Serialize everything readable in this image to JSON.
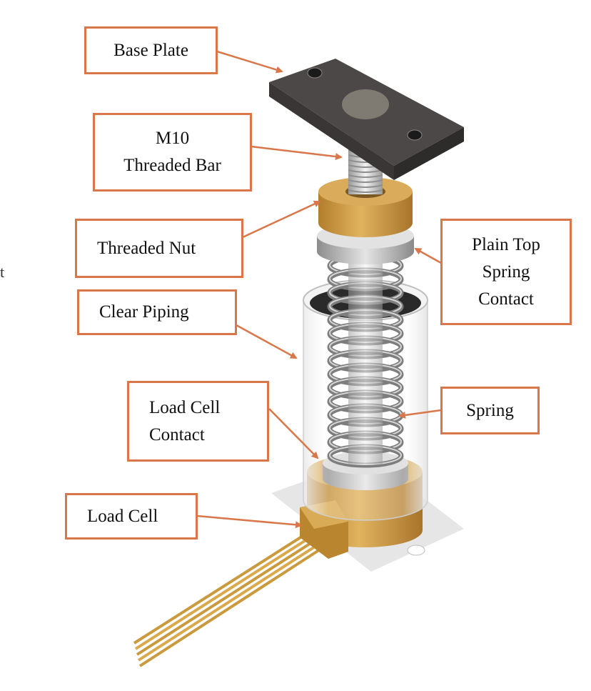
{
  "labels": {
    "base_plate": "Base Plate",
    "threaded_bar_line1": "M10",
    "threaded_bar_line2": "Threaded Bar",
    "threaded_nut": "Threaded Nut",
    "plain_top_line1": "Plain Top",
    "plain_top_line2": "Spring",
    "plain_top_line3": "Contact",
    "clear_piping": "Clear Piping",
    "load_cell_contact_line1": "Load Cell",
    "load_cell_contact_line2": "Contact",
    "spring": "Spring",
    "load_cell": "Load Cell"
  },
  "stray_glyph": "t",
  "colors": {
    "callout": "#d9774a",
    "brass": "#c9973f",
    "steel": "#9a9a9a",
    "plate": "#4a4646"
  }
}
